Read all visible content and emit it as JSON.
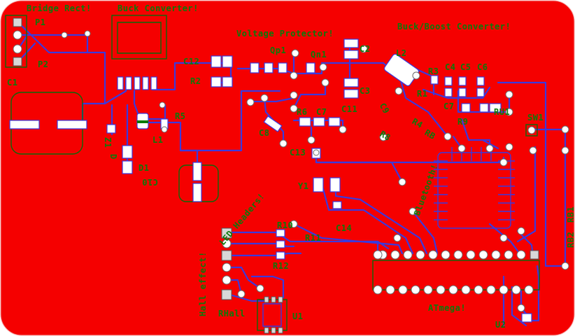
{
  "board": {
    "title": "PCB layout",
    "copper_color": "#f50000",
    "trace_color": "#3a3adf",
    "silk_color": "#0a7a0a",
    "pad_color": "#ffffff"
  },
  "labels": {
    "bridge_rect": "Bridge Rect!",
    "buck": "Buck Converter!",
    "voltage_protector": "Voltage Protector!",
    "buck_boost": "Buck/Boost Converter!",
    "p1": "P1",
    "p2": "P2",
    "c1": "C1",
    "c12": "C12",
    "r2": "R2",
    "r5": "R5",
    "z1": "Z1",
    "l1": "L1",
    "d1": "D1",
    "d1_left": "D",
    "c10": "C10",
    "qp1": "Qp1",
    "qn1": "Qn1",
    "c2": "C2",
    "c3": "C3",
    "c11": "C11",
    "c8": "C8",
    "r6": "R6",
    "c7_mid": "C7",
    "l2": "L2",
    "r3": "R3",
    "c4": "C4",
    "c5": "C5",
    "c6": "C6",
    "r1": "R1",
    "c9": "C9",
    "c7": "C7",
    "r4": "R4",
    "r8": "R8",
    "rb": "RB",
    "r9": "R9",
    "ru1": "RU1",
    "sw1": "SW1",
    "c13": "C13",
    "y1": "Y1",
    "c14": "C14",
    "bluetooth": "Bluetooth!",
    "rb1": "RB1",
    "rb2": "RB2",
    "led_headers": "LED Headers!",
    "r10": "R10",
    "r11": "R11",
    "r12": "R12",
    "hall_effect": "Hall effect!",
    "rhall": "RHall",
    "u1": "U1",
    "atmega": "ATmega!",
    "u2": "U2"
  }
}
